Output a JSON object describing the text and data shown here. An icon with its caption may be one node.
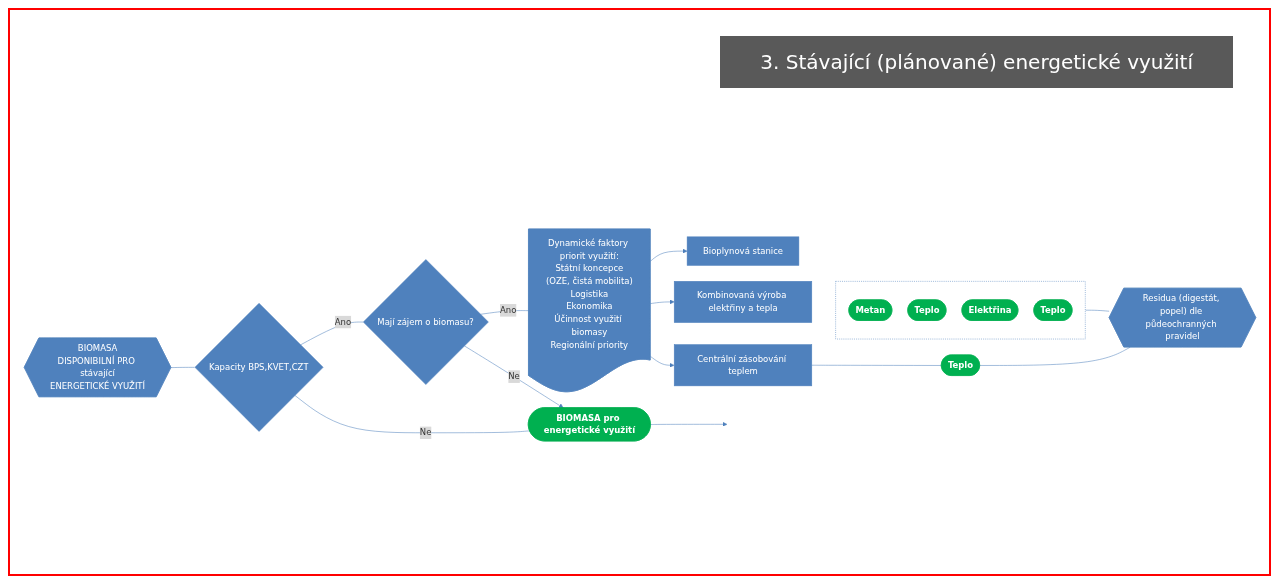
{
  "diagram": {
    "title": "3. Stávající (plánované) energetické využití",
    "nodes": [
      {
        "text": [
          "BIOMASA",
          "DISPONIBILNÍ PRO stávající",
          "ENERGETICKÉ VYUŽITÍ"
        ]
      },
      {
        "text": [
          "Kapacity BPS,KVET,CZT"
        ]
      },
      {
        "text": [
          "Mají zájem o biomasu?"
        ]
      },
      {
        "text": [
          "Dynamické faktory priorit využití:",
          "Státní koncepce",
          "(OZE, čistá mobilita)",
          "Logistika",
          "Ekonomika",
          "Účinnost využití biomasy",
          "Regionální priority"
        ]
      },
      {
        "text": [
          "Bioplynová stanice"
        ]
      },
      {
        "text": [
          "Kombinovaná výroba elektřiny a tepla"
        ]
      },
      {
        "text": [
          "Centrální zásobování teplem"
        ]
      },
      {
        "text": [],
        "shape": "box"
      },
      {
        "text": [
          "Metan"
        ],
        "in": 7
      },
      {
        "text": [
          "Teplo"
        ],
        "in": 7
      },
      {
        "text": [
          "Elektřina"
        ],
        "in": 7
      },
      {
        "text": [
          "Teplo"
        ],
        "in": 7
      },
      {
        "text": [
          "Teplo"
        ]
      },
      {
        "text": [
          "Residua (digestát, popel) dle půdeochranných pravidel"
        ]
      },
      {
        "text": [
          "BIOMASA pro energetické využití"
        ]
      }
    ],
    "edges": [
      {
        "from": 0,
        "to": 1,
        "arrow": "none"
      },
      {
        "from": 1,
        "to": 2,
        "label": "Ano",
        "arrow": "none"
      },
      {
        "from": 2,
        "to": 3,
        "label": "Ano",
        "arrow": "none"
      },
      {
        "from": 3,
        "to": 4,
        "arrow": "to"
      },
      {
        "from": 3,
        "to": 5,
        "arrow": "to"
      },
      {
        "from": 3,
        "to": 6,
        "arrow": "to"
      },
      {
        "from": 6,
        "to": 12,
        "arrow": "none"
      },
      {
        "from": 7,
        "to": 13,
        "arrow": "none"
      },
      {
        "from": 12,
        "to": 13,
        "arrow": "none"
      },
      {
        "from": 1,
        "to": 14,
        "label": "Ne",
        "arrow": "none"
      },
      {
        "from": 2,
        "to": 14,
        "label": "Ne",
        "arrow": "to"
      },
      {
        "from": 14,
        "to": null,
        "arrow": "to"
      }
    ]
  }
}
